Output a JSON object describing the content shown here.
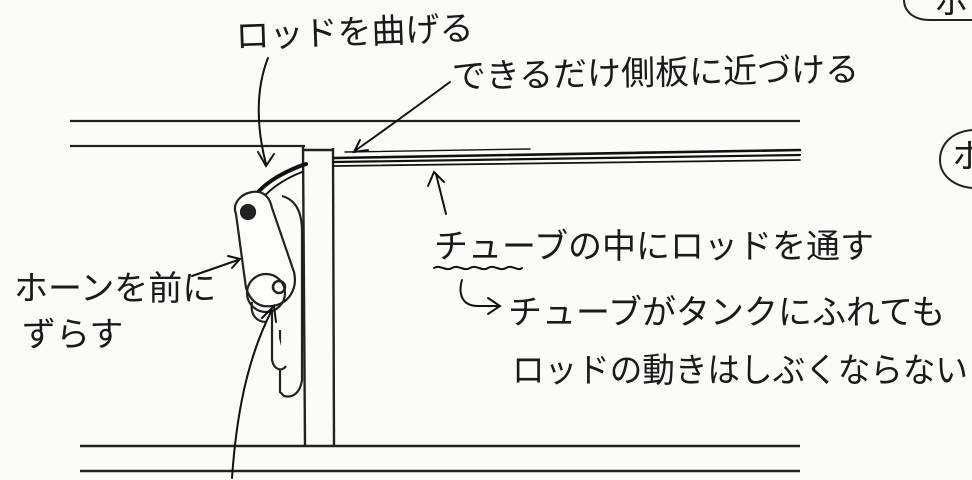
{
  "annotations": {
    "bend_rod": "ロッドを曲げる",
    "near_side_plate": "できるだけ側板に近づける",
    "rod_through_tube": "チューブの中にロッドを通す",
    "tube_touch_tank_1": "チューブがタンクにふれても",
    "tube_touch_tank_2": "ロッドの動きはしぶくならない",
    "horn_forward_1": "ホーンを前に",
    "horn_forward_2": "ずらす",
    "corner_top": "ホ",
    "corner_mid": "ホ"
  }
}
